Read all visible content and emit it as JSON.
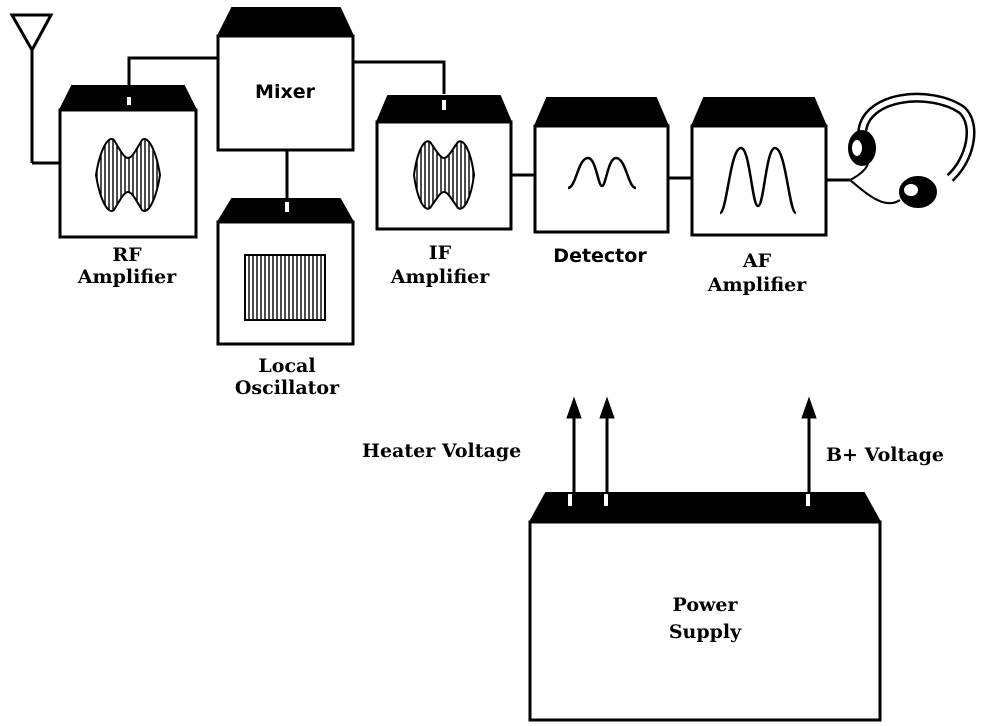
{
  "diagram": {
    "blocks": {
      "rf_amplifier": {
        "line1": "RF",
        "line2": "Amplifier"
      },
      "mixer": {
        "label": "Mixer"
      },
      "local_oscillator": {
        "line1": "Local",
        "line2": "Oscillator"
      },
      "if_amplifier": {
        "line1": "IF",
        "line2": "Amplifier"
      },
      "detector": {
        "label": "Detector"
      },
      "af_amplifier": {
        "line1": "AF",
        "line2": "Amplifier"
      },
      "power_supply": {
        "line1": "Power",
        "line2": "Supply"
      }
    },
    "voltages": {
      "heater": "Heater Voltage",
      "b_plus": "B+ Voltage"
    },
    "icons": {
      "antenna": "antenna-icon",
      "headphones": "headphones-icon"
    },
    "colors": {
      "ink": "#000000",
      "paper": "#ffffff"
    }
  }
}
